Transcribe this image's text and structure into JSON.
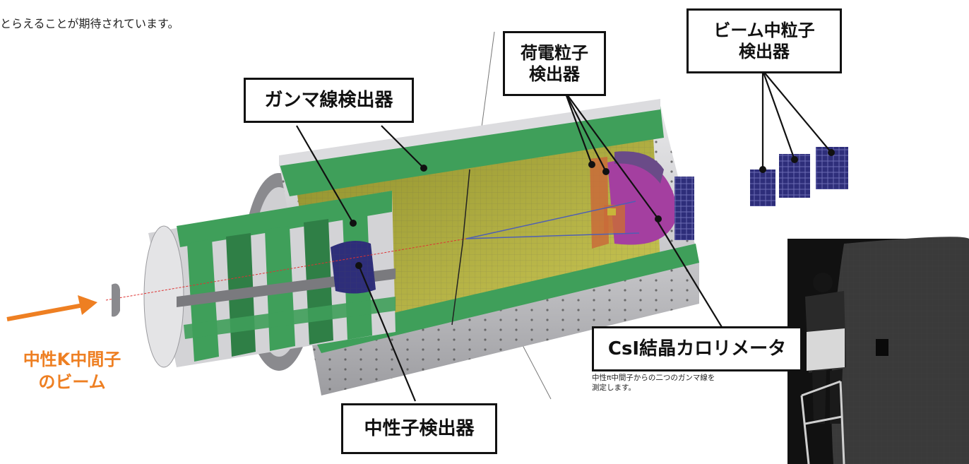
{
  "intro_text": "とらえることが期待されています。",
  "labels": {
    "gamma": "ガンマ線検出器",
    "charged_line1": "荷電粒子",
    "charged_line2": "検出器",
    "beam_neutral_line1": "ビーム中粒子",
    "beam_neutral_line2": "検出器",
    "csi": "CsI結晶カロリメータ",
    "neutron": "中性子検出器"
  },
  "beam_label": {
    "line1": "中性K中間子",
    "line2": "のビーム"
  },
  "csi_note": {
    "line1": "中性π中間子からの二つのガンマ線を",
    "line2": "測定します。"
  },
  "colors": {
    "beam_arrow": "#ee7f22",
    "calorimeter_magenta": "#a43fa0",
    "detector_green": "#3f9f5a",
    "interior_yellow": "#b8b43a",
    "barrel_gray": "#c7c7c9",
    "module_navy": "#2e2e7a"
  },
  "icons": {
    "beam_arrow": "arrow-right-icon",
    "photo": "photo-of-worker-installing-calorimeter"
  }
}
